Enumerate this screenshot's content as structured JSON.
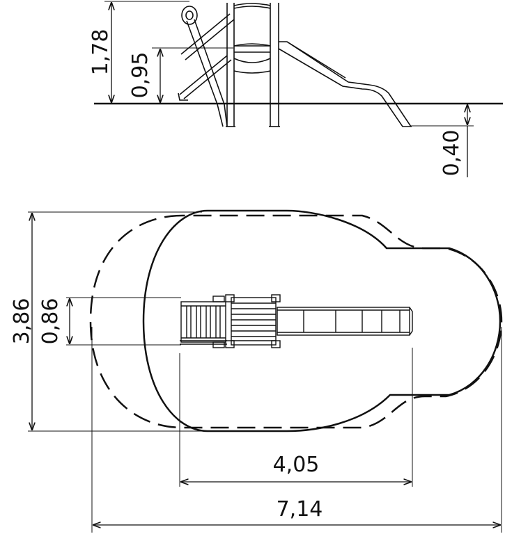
{
  "dimensions": {
    "height_total": "1,78",
    "platform_height": "0,95",
    "slide_depth": "0,40",
    "total_width": "3,86",
    "slide_width": "0,86",
    "inner_length": "4,05",
    "total_length": "7,14"
  }
}
